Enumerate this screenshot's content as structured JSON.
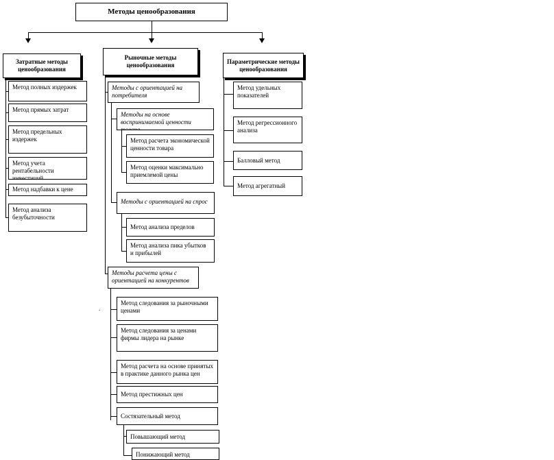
{
  "title": "Методы ценообразования",
  "columns": {
    "cost": {
      "header": "Затратные методы ценообразования",
      "items": [
        "Метод полных издержек",
        "Метод прямых затрат",
        "Метод предельных издержек",
        "Метод учета рентабельности инвестиций",
        "Метод надбавки к цене",
        "Метод анализа безубыточности"
      ]
    },
    "market": {
      "header": "Рыночные методы ценообразования",
      "consumer": {
        "label": "Методы с ориентацией на потребителя",
        "value_based": {
          "label": "Методы на основе воспринимаемой ценности товара",
          "items": [
            "Метод расчета экономической ценности товара",
            "Метод оценки максимально приемлемой цены"
          ]
        },
        "demand": {
          "label": "Методы с ориентацией на спрос",
          "items": [
            "Метод анализа пределов",
            "Метод анализа пика убытков и прибылей"
          ]
        }
      },
      "competitors": {
        "label": "Методы расчета цены с ориентацией на конкурентов",
        "items": [
          "Метод следования за рыночными ценами",
          "Метод следования за ценами фирмы лидера на рынке",
          "Метод расчета на основе принятых в практике данного рынка цен",
          "Метод престижных цен",
          "Состязательный метод"
        ],
        "sub_items": [
          "Повышающий метод",
          "Понижающий метод"
        ]
      }
    },
    "parametric": {
      "header": "Параметрические методы ценообразования",
      "items": [
        "Метод удельных показателей",
        "Метод регрессионного анализа",
        "Балловый метод",
        "Метод агрегатный"
      ]
    }
  },
  "stray_mark": "."
}
